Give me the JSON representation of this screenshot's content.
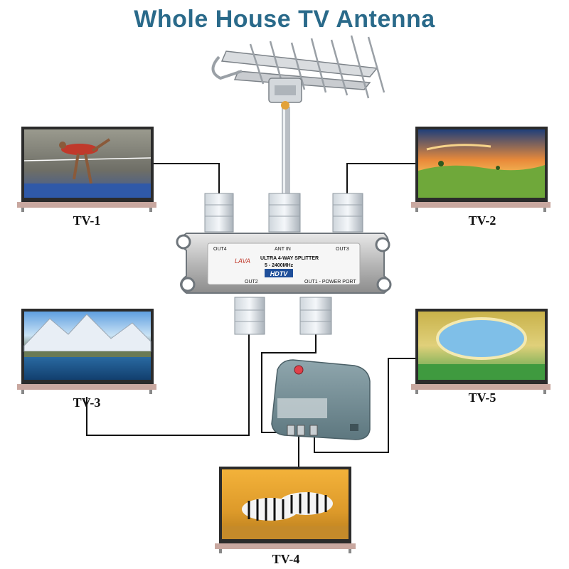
{
  "title": "Whole House TV Antenna",
  "splitter": {
    "brand": "LAVA",
    "name": "ULTRA 4-WAY SPLITTER",
    "freq": "5 - 2400MHz",
    "hdtv": "HDTV",
    "ports": {
      "in": "ANT IN",
      "out1": "OUT1 - POWER PORT",
      "out2": "OUT2",
      "out3": "OUT3",
      "out4": "OUT4"
    }
  },
  "tvs": {
    "tv1": "TV-1",
    "tv2": "TV-2",
    "tv3": "TV-3",
    "tv4": "TV-4",
    "tv5": "TV-5"
  },
  "colors": {
    "title": "#2a6a8a",
    "cable": "#111111",
    "tv_frame": "#c9a8a0"
  }
}
